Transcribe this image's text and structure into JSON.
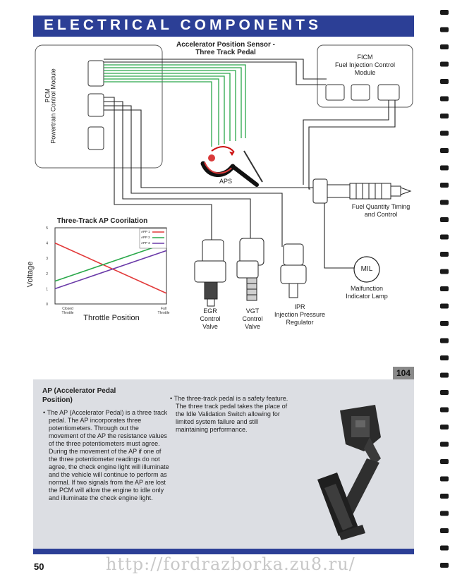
{
  "page_title": "ELECTRICAL COMPONENTS",
  "diagram": {
    "aps_heading_line1": "Accelerator Position Sensor -",
    "aps_heading_line2": "Three Track Pedal",
    "pcm_line1": "PCM",
    "pcm_line2": "Powertrain Control Module",
    "ficm_line1": "FICM",
    "ficm_line2": "Fuel Injection Control",
    "ficm_line3": "Module",
    "aps_label": "APS",
    "fuel_qty_line1": "Fuel Quantity Timing",
    "fuel_qty_line2": "and Control",
    "mil_label": "MIL",
    "mil_desc_line1": "Malfunction",
    "mil_desc_line2": "Indicator Lamp",
    "egr_line1": "EGR",
    "egr_line2": "Control",
    "egr_line3": "Valve",
    "vgt_line1": "VGT",
    "vgt_line2": "Control",
    "vgt_line3": "Valve",
    "ipr_line1": "IPR",
    "ipr_line2": "Injection Pressure",
    "ipr_line3": "Regulator"
  },
  "chart_data": {
    "type": "line",
    "title": "Three-Track AP Coorilation",
    "xlabel": "Throttle Position",
    "ylabel": "Voltage",
    "x_tick_labels": [
      "Closed Throttle",
      "Full Throttle"
    ],
    "y_ticks": [
      0,
      1,
      2,
      3,
      4,
      5
    ],
    "ylim": [
      0,
      5
    ],
    "x": [
      0,
      1
    ],
    "series": [
      {
        "name": "APP 1",
        "color": "#e23a3a",
        "values": [
          4.0,
          0.7
        ]
      },
      {
        "name": "APP 2",
        "color": "#2aa84a",
        "values": [
          1.5,
          4.0
        ]
      },
      {
        "name": "APP 3",
        "color": "#6a3aa8",
        "values": [
          1.0,
          3.5
        ]
      }
    ],
    "legend_position": "top-right"
  },
  "page_badge": "104",
  "text": {
    "heading_line1": "AP (Accelerator Pedal",
    "heading_line2": "Position)",
    "left_bullet": "The AP (Accelerator Pedal) is a three track pedal. The AP incorporates three potentiometers. Through out the movement of the AP the resistance values of the three potentiometers must agree. During the movement of the AP if one of the three potentiometer readings do not agree, the check engine light will illuminate and the vehicle will continue to perform as normal. If two signals from the AP are lost the PCM will allow the engine to idle only and illuminate the check engine light.",
    "right_bullet": "The three-track pedal is a safety feature. The three track pedal takes the place of the Idle Validation Switch allowing for limited system failure and still maintaining performance."
  },
  "page_number": "50",
  "watermark": "http://fordrazborka.zu8.ru/",
  "colors": {
    "title_bar": "#2c3f96",
    "wire_green": "#2aa84a",
    "bottom_panel": "#dcdee3"
  }
}
